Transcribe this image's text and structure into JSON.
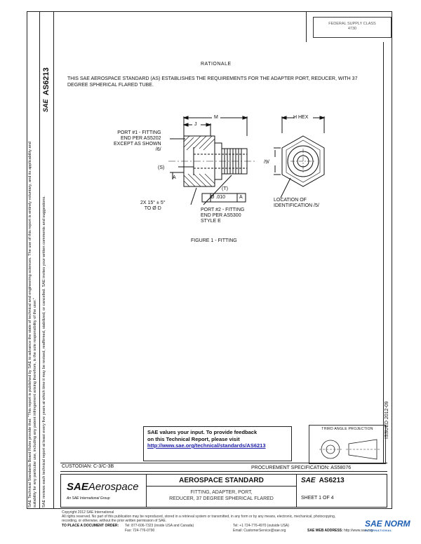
{
  "header": {
    "fed_std_line1": "FEDERAL SUPPLY CLASS",
    "fed_std_line2": "4730"
  },
  "side_doc_number": "AS6213",
  "side_sae_mark": "SAE",
  "side_legal_text_1": "SAE Technical Standards Board Rules provide that: \"This report is published by SAE to advance the state of technical and engineering sciences. The use of this report is entirely voluntary, and its applicability and suitability for any particular use, including any patent infringement arising therefrom, is the sole responsibility of the user.\"",
  "side_legal_text_2": "SAE reviews each technical report at least every five years at which time it may be revised, reaffirmed, stabilized, or cancelled. SAE invites your written comments and suggestions.",
  "issued": "ISSUED 2012-09",
  "rationale": {
    "title": "RATIONALE",
    "body": "THIS SAE AEROSPACE STANDARD (AS) ESTABLISHES THE REQUIREMENTS FOR THE ADAPTER PORT, REDUCER, WITH 37 DEGREE SPHERICAL FLARED TUBE."
  },
  "figure": {
    "caption": "FIGURE 1 - FITTING",
    "dim_m": "M",
    "dim_j": "J",
    "hex": "H HEX",
    "port1_line1": "PORT #1 - FITTING",
    "port1_line2": "END PER AS5202",
    "port1_line3": "EXCEPT AS SHOWN",
    "port1_note": "/6/",
    "s_label": "(S)",
    "a_label": "A",
    "angle_line1": "2X 15° ± 5°",
    "angle_line2": "TO Ø D",
    "fcf_symbol": "Ø",
    "fcf_tol": "Ø .010",
    "fcf_datum": "A",
    "paren_t": "(T)",
    "port2_line1": "PORT #2 - FITTING",
    "port2_line2": "END PER AS5300",
    "port2_line3": "STYLE E",
    "note9": "/9/",
    "loc_line1": "LOCATION OF",
    "loc_line2": "IDENTIFICATION /5/"
  },
  "feedback": {
    "line1": "SAE values your input. To provide feedback",
    "line2": "on this Technical Report, please visit",
    "link": "http://www.sae.org/technical/standards/AS6213"
  },
  "third_angle": "THIRD ANGLE PROJECTION",
  "custodian": "CUSTODIAN: C-3/C-3B",
  "procurement": "PROCUREMENT SPECIFICATION: AS58076",
  "title_block": {
    "brand_bold": "SAE",
    "brand_thin": "Aerospace",
    "brand_sub": "An SAE International Group",
    "heading": "AEROSPACE STANDARD",
    "desc_line1": "FITTING, ADAPTER, PORT,",
    "desc_line2": "REDUCER, 37 DEGREE SPHERICAL FLARED",
    "sae_mark": "SAE",
    "doc_number": "AS6213",
    "sheet": "SHEET 1 OF 4"
  },
  "footer": {
    "copyright": "Copyright 2012 SAE International",
    "rights": "All rights reserved. No part of this publication may be reproduced, stored in a retrieval system or transmitted, in any form or by any means, electronic, mechanical, photocopying,",
    "rights2": "recording, or otherwise, without the prior written permission of SAE.",
    "to_place": "TO PLACE A DOCUMENT ORDER:",
    "tel1": "Tel: 877-606-7323 (inside USA and Canada)",
    "tel2": "Tel: +1 724-776-4970 (outside USA)",
    "fax": "Fax: 724-776-0790",
    "email": "Email: CustomerService@sae.org",
    "web_label": "SAE WEB ADDRESS:",
    "web": "http://www.sae.org"
  },
  "watermark": {
    "main": "SAE NORM",
    "sub": "INTERNATIONAL"
  },
  "colors": {
    "link": "#1a1aa6",
    "watermark": "#1e5fb4"
  }
}
